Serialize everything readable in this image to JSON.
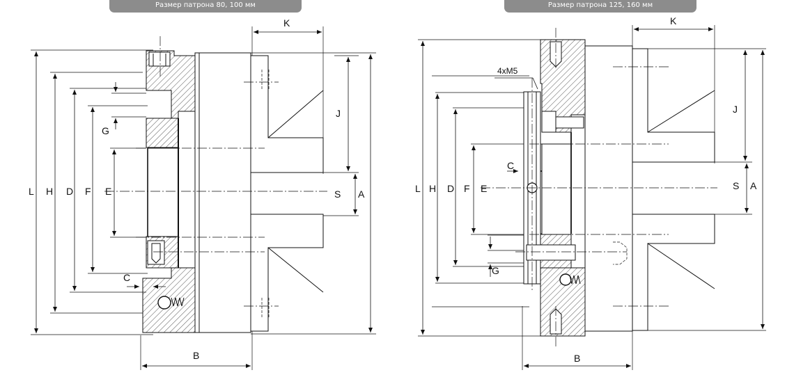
{
  "tabs": {
    "left": "Размер патрона 80, 100 мм",
    "right": "Размер патрона 125, 160 мм"
  },
  "left_drawing": {
    "labels": {
      "L": "L",
      "H": "H",
      "D": "D",
      "F": "F",
      "E": "E",
      "G": "G",
      "C": "C",
      "B": "B",
      "K": "K",
      "J": "J",
      "S": "S",
      "A": "A"
    }
  },
  "right_drawing": {
    "labels": {
      "L": "L",
      "H": "H",
      "D": "D",
      "F": "F",
      "E": "E",
      "G": "G",
      "C": "C",
      "B": "B",
      "K": "K",
      "J": "J",
      "S": "S",
      "A": "A",
      "thread": "4xM5"
    }
  }
}
